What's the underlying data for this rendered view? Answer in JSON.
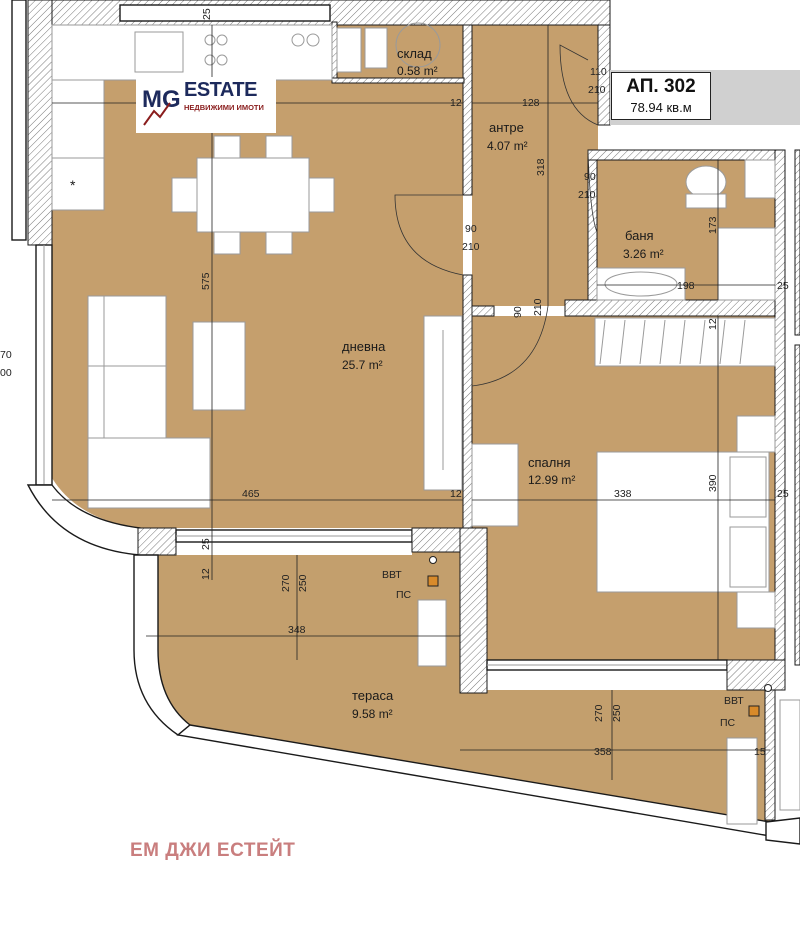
{
  "apartment": {
    "number": "АП. 302",
    "total_area": "78.94 кв.м"
  },
  "logo": {
    "brand": "ESTATE",
    "tagline": "НЕДВИЖИМИ ИМОТИ",
    "mark": "MG"
  },
  "watermark": "ЕМ ДЖИ ЕСТЕЙТ",
  "rooms": {
    "storage": {
      "name": "склад",
      "area": "0.58 m²"
    },
    "hall": {
      "name": "антре",
      "area": "4.07 m²"
    },
    "bath": {
      "name": "баня",
      "area": "3.26 m²"
    },
    "living": {
      "name": "дневна",
      "area": "25.7 m²"
    },
    "bedroom": {
      "name": "спалня",
      "area": "12.99 m²"
    },
    "terrace": {
      "name": "тераса",
      "area": "9.58 m²"
    }
  },
  "dimensions": {
    "d25_top": "25",
    "d110": "110",
    "d210_a": "210",
    "d128": "128",
    "d12_a": "12",
    "d318": "318",
    "d90_bath": "90",
    "d210_bath": "210",
    "d173": "173",
    "d90_living": "90",
    "d210_living": "210",
    "d575": "575",
    "d90_hall": "90",
    "d210_hall": "210",
    "d198": "198",
    "d25_bath": "25",
    "d12_bed": "12",
    "d465": "465",
    "d12_mid": "12",
    "d338": "338",
    "d390": "390",
    "d25_right": "25",
    "d25_ter": "25",
    "d12_ter": "12",
    "d270_a": "270",
    "d250_a": "250",
    "d348": "348",
    "d270_b": "270",
    "d250_b": "250",
    "d358": "358",
    "d15": "15",
    "d70": "70",
    "d00": "00"
  },
  "symbols": {
    "vvt_1": "ВВТ",
    "ps_1": "ПС",
    "vvt_2": "ВВТ",
    "ps_2": "ПС"
  }
}
